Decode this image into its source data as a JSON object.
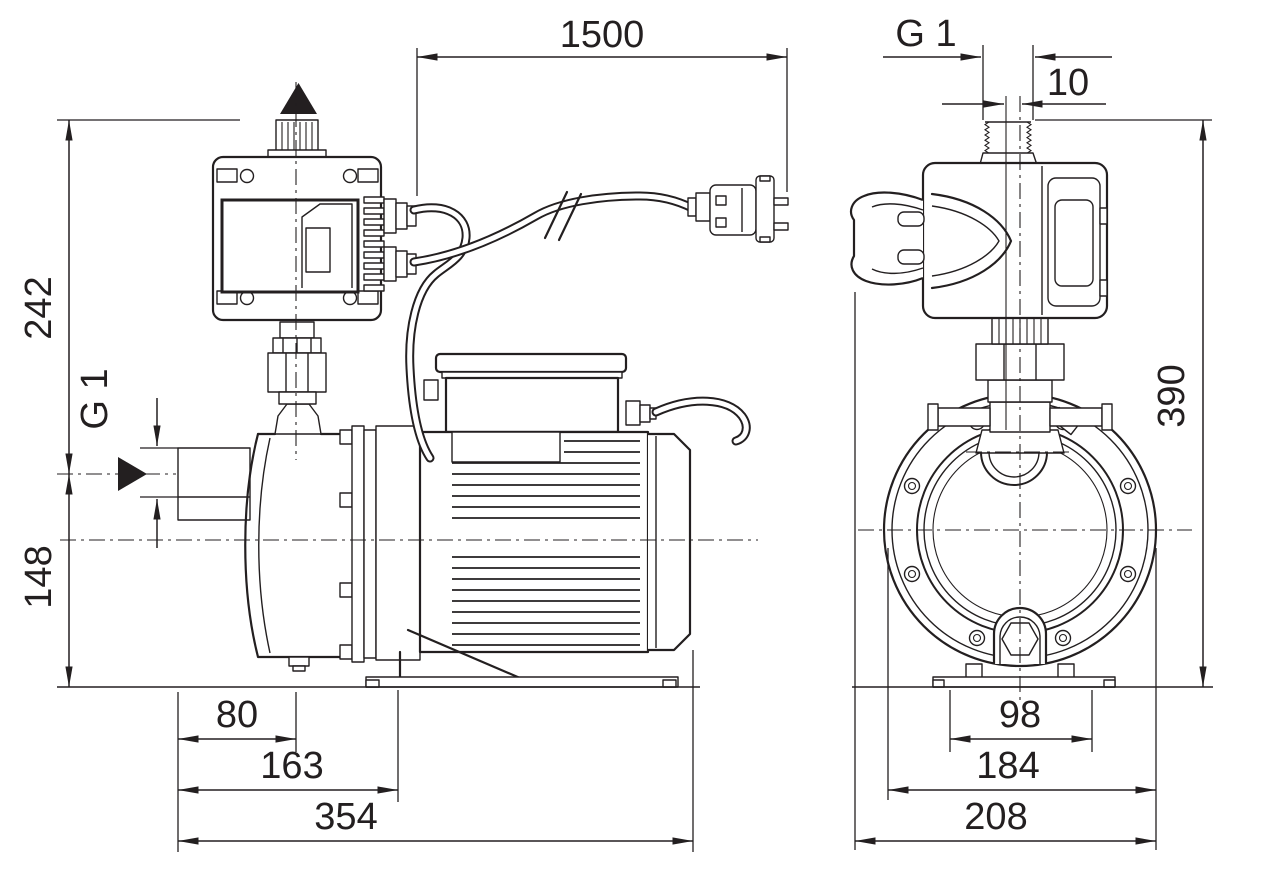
{
  "drawing": {
    "type": "pump-dimensional-drawing",
    "colors": {
      "line": "#231f20",
      "background": "#ffffff"
    },
    "dimensions": {
      "cable_length": "1500",
      "discharge_thread": "G 1",
      "discharge_offset": "10",
      "total_height": "390",
      "control_unit_height": "242",
      "suction_thread": "G 1",
      "suction_height": "148",
      "suction_to_discharge": "80",
      "suction_to_foot_hole": "163",
      "total_length": "354",
      "foot_hole_spacing": "98",
      "pump_body_width": "184",
      "total_width": "208"
    }
  }
}
